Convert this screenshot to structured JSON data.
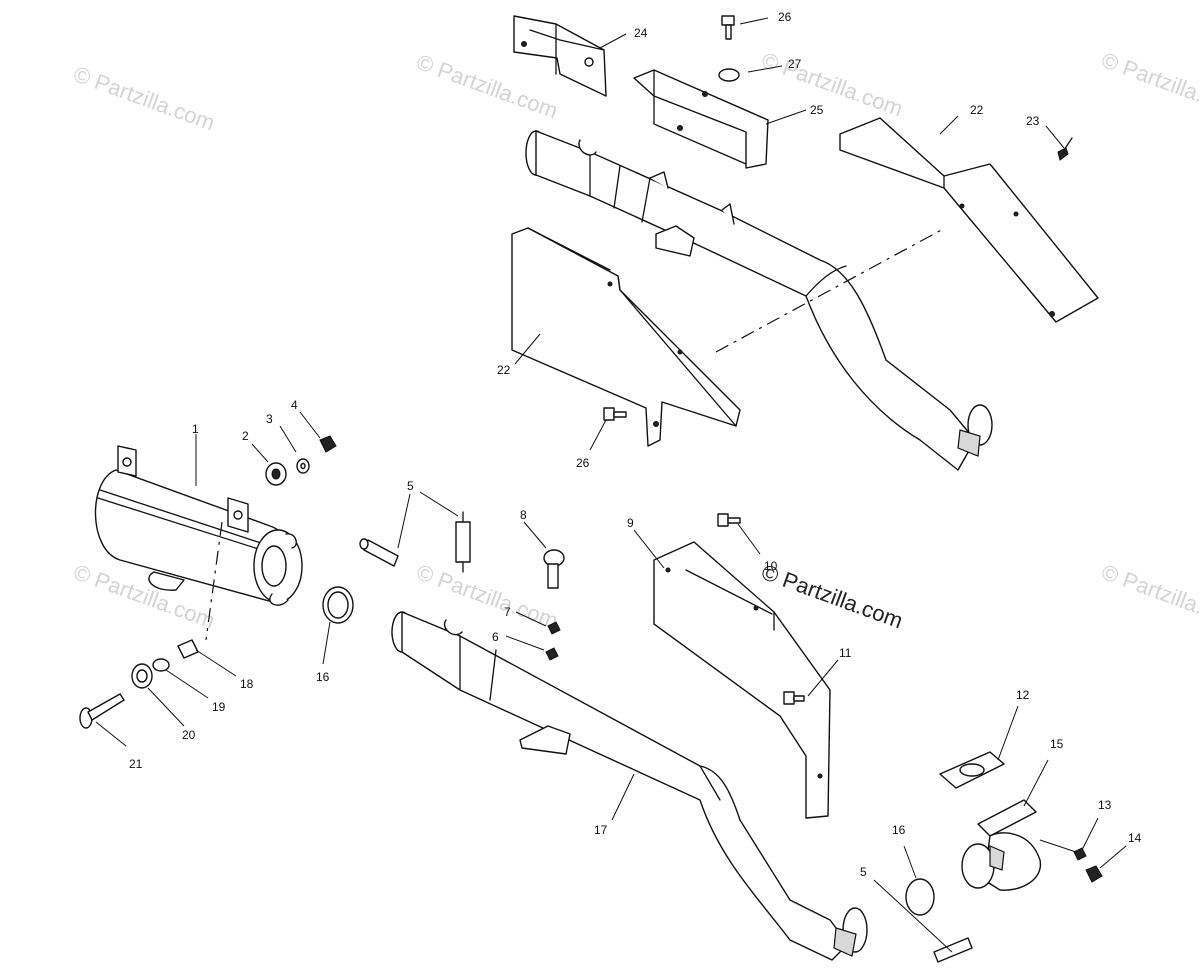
{
  "watermark": {
    "text": "© Partzilla.com",
    "main_text": "© Partzilla.com"
  },
  "callouts": {
    "c1": "1",
    "c2": "2",
    "c3": "3",
    "c4": "4",
    "c5a": "5",
    "c5b": "5",
    "c6": "6",
    "c7": "7",
    "c8": "8",
    "c9": "9",
    "c10": "10",
    "c11": "11",
    "c12": "12",
    "c13": "13",
    "c14": "14",
    "c15": "15",
    "c16a": "16",
    "c16b": "16",
    "c17": "17",
    "c18": "18",
    "c19": "19",
    "c20": "20",
    "c21": "21",
    "c22a": "22",
    "c22b": "22",
    "c23": "23",
    "c24": "24",
    "c25": "25",
    "c26a": "26",
    "c26b": "26",
    "c27": "27"
  }
}
